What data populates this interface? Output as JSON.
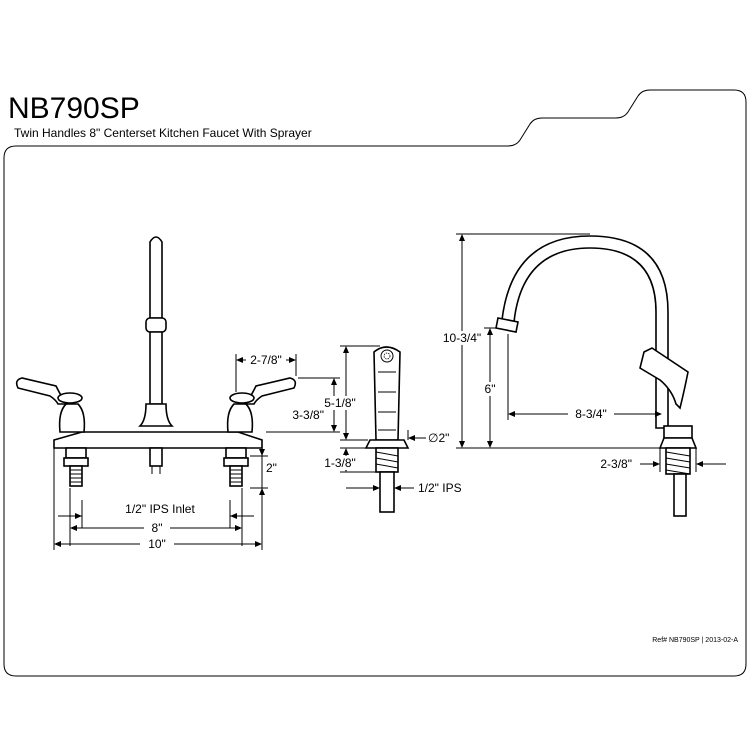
{
  "header": {
    "model": "NB790SP",
    "description": "Twin Handles 8\" Centerset Kitchen Faucet With Sprayer"
  },
  "front_view": {
    "handle_width": "2-7/8\"",
    "handle_height": "3-3/8\"",
    "shank_length": "2\"",
    "inlet": "1/2\" IPS Inlet",
    "centerset": "8\"",
    "overall_width": "10\""
  },
  "sprayer": {
    "height": "5-1/8\"",
    "base_diameter": "∅2\"",
    "shank": "1-3/8\"",
    "thread": "1/2\" IPS"
  },
  "side_view": {
    "overall_height": "10-3/4\"",
    "spout_height": "6\"",
    "spout_reach": "8-3/4\"",
    "base_depth": "2-3/8\""
  },
  "footer": {
    "reference": "Ref# NB790SP | 2013-02-A"
  }
}
